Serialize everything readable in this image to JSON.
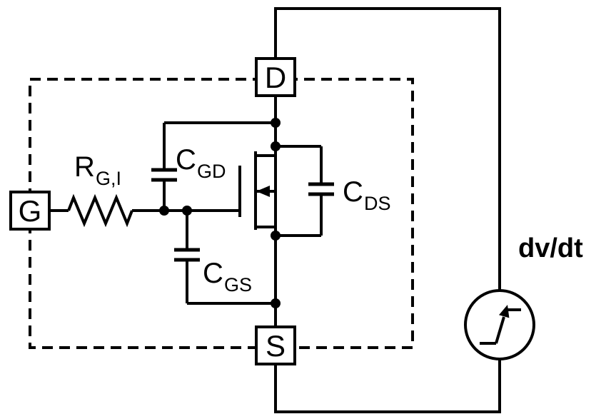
{
  "diagram": {
    "colors": {
      "line": "#000000",
      "background": "#ffffff"
    },
    "terminals": {
      "drain": "D",
      "gate": "G",
      "source": "S"
    },
    "components": {
      "gate_resistor": {
        "symbol": "R",
        "subscript": "G,I"
      },
      "gate_drain_capacitor": {
        "symbol": "C",
        "subscript": "GD"
      },
      "gate_source_capacitor": {
        "symbol": "C",
        "subscript": "GS"
      },
      "drain_source_capacitor": {
        "symbol": "C",
        "subscript": "DS"
      },
      "dvdt_source": {
        "label": "dv/dt"
      }
    }
  }
}
